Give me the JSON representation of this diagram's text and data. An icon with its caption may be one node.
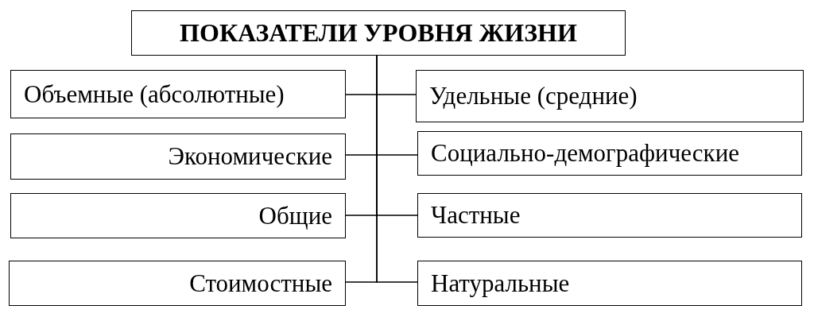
{
  "diagram": {
    "nodes": [
      {
        "text": [
          "ПОКАЗАТЕЛИ УРОВНЯ ЖИЗНИ"
        ]
      },
      {
        "text": [
          "Объемные (абсолютные)"
        ]
      },
      {
        "text": [
          "Экономические"
        ]
      },
      {
        "text": [
          "Общие"
        ]
      },
      {
        "text": [
          "Стоимостные"
        ]
      },
      {
        "text": [
          "Удельные (средние)"
        ]
      },
      {
        "text": [
          "Социально-демографические"
        ]
      },
      {
        "text": [
          "Частные"
        ]
      },
      {
        "text": [
          "Натуральные"
        ]
      }
    ],
    "edges": [
      {
        "from": 0,
        "to": 1,
        "arrow": "none"
      },
      {
        "from": 0,
        "to": 2,
        "arrow": "none"
      },
      {
        "from": 0,
        "to": 3,
        "arrow": "none"
      },
      {
        "from": 0,
        "to": 4,
        "arrow": "none"
      },
      {
        "from": 0,
        "to": 5,
        "arrow": "none"
      },
      {
        "from": 0,
        "to": 6,
        "arrow": "none"
      },
      {
        "from": 0,
        "to": 7,
        "arrow": "none"
      },
      {
        "from": 0,
        "to": 8,
        "arrow": "none"
      }
    ]
  }
}
